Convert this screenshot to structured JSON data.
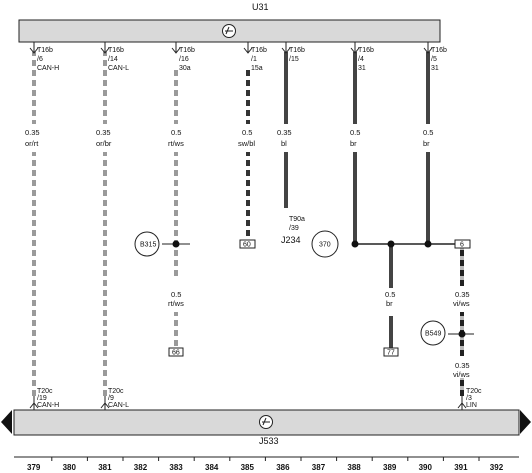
{
  "top_component": {
    "label": "U31"
  },
  "bottom_component": {
    "label": "J533"
  },
  "j234": {
    "label": "J234"
  },
  "wires": [
    {
      "id": "w379",
      "pin_top": [
        "T16b",
        "/6",
        "CAN-H"
      ],
      "gauge": "0.35",
      "color": "or/rt",
      "pattern": "gray-white",
      "pin_bottom": [
        "T20c",
        "/19",
        "CAN-H"
      ]
    },
    {
      "id": "w381",
      "pin_top": [
        "T16b",
        "/14",
        "CAN-L"
      ],
      "gauge": "0.35",
      "color": "or/br",
      "pattern": "gray-white",
      "pin_bottom": [
        "T20c",
        "/9",
        "CAN-L"
      ]
    },
    {
      "id": "w383",
      "pin_top": [
        "T16b",
        "/16",
        "30a"
      ],
      "gauge": "0.5",
      "color": "rt/ws",
      "pattern": "gray-white"
    },
    {
      "id": "w385",
      "pin_top": [
        "T16b",
        "/1",
        "15a"
      ],
      "gauge": "0.5",
      "color": "sw/bl",
      "pattern": "black-white"
    },
    {
      "id": "w386",
      "pin_top": [
        "T16b",
        "/15",
        ""
      ],
      "gauge": "0.35",
      "color": "bl",
      "pattern": "solid"
    },
    {
      "id": "w388",
      "pin_top": [
        "T16b",
        "/4",
        "31"
      ],
      "gauge": "0.5",
      "color": "br",
      "pattern": "solid"
    },
    {
      "id": "w390",
      "pin_top": [
        "T16b",
        "/5",
        "31"
      ],
      "gauge": "0.5",
      "color": "br",
      "pattern": "solid"
    }
  ],
  "lower_wires": [
    {
      "id": "w383-lower",
      "gauge": "0.5",
      "color": "rt/ws"
    },
    {
      "id": "w389",
      "gauge": "0.5",
      "color": "br"
    },
    {
      "id": "w391-upper",
      "gauge": "0.35",
      "color": "vi/ws"
    },
    {
      "id": "w391-lower",
      "gauge": "0.35",
      "color": "vi/ws",
      "pin_bottom": [
        "T20c",
        "/3",
        "LIN"
      ]
    }
  ],
  "j234_pin": [
    "T90a",
    "/39"
  ],
  "junctions": [
    {
      "id": "B315",
      "label": "B315"
    },
    {
      "id": "370",
      "label": "370"
    },
    {
      "id": "B549",
      "label": "B549"
    }
  ],
  "references": [
    {
      "id": "ref60",
      "label": "60"
    },
    {
      "id": "ref66",
      "label": "66"
    },
    {
      "id": "ref77",
      "label": "77"
    },
    {
      "id": "ref6",
      "label": "6"
    }
  ],
  "grid_numbers": [
    "379",
    "380",
    "381",
    "382",
    "383",
    "384",
    "385",
    "386",
    "387",
    "388",
    "389",
    "390",
    "391",
    "392"
  ],
  "colors": {
    "bus_fill": "#d9d9d9",
    "wire_gray": "#9a9a9a",
    "wire_dark": "#444444",
    "ink": "#111111"
  }
}
